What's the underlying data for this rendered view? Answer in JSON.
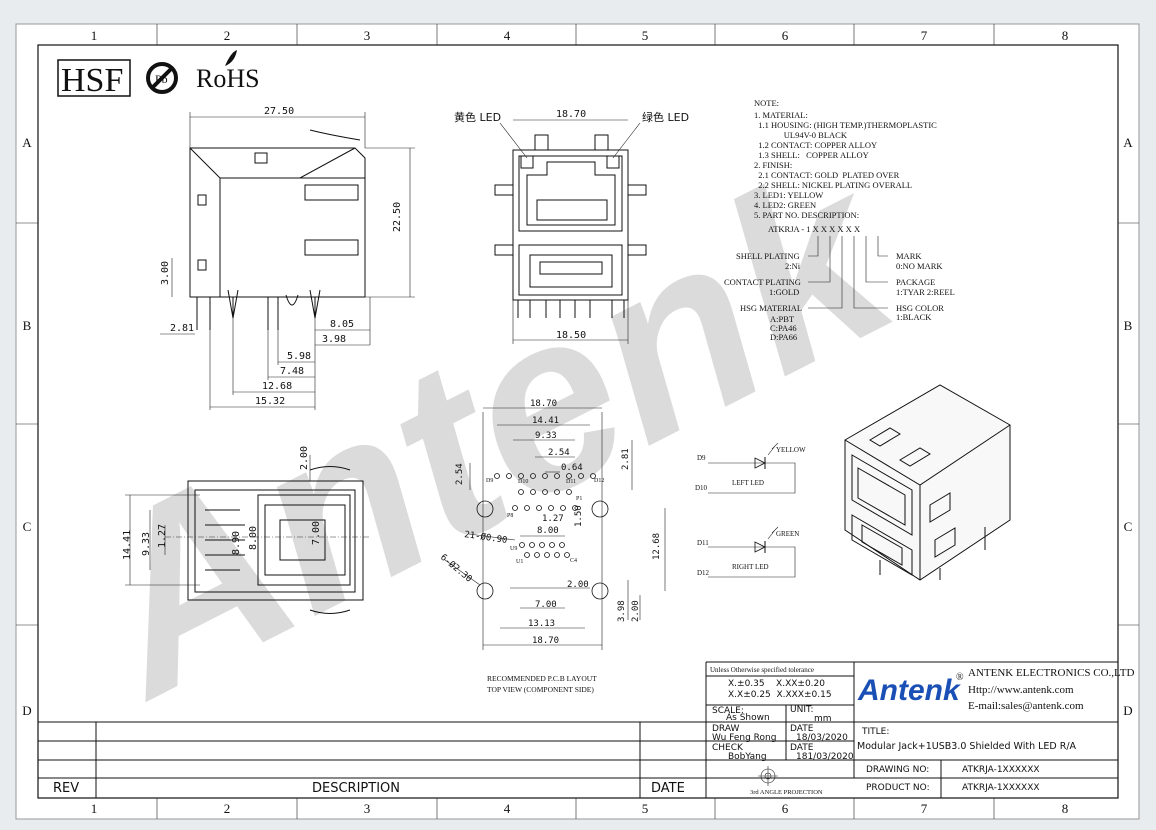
{
  "grid": {
    "columns": [
      "1",
      "2",
      "3",
      "4",
      "5",
      "6",
      "7",
      "8"
    ],
    "rows": [
      "A",
      "B",
      "C",
      "D"
    ]
  },
  "certifications": {
    "hsf": "HSF",
    "pb": "Pb",
    "rohs": "RoHS"
  },
  "watermark": "Antenk",
  "side_view": {
    "dims": [
      "27.50",
      "22.50",
      "3.00",
      "2.81",
      "8.05",
      "3.98",
      "5.98",
      "7.48",
      "12.68",
      "15.32"
    ]
  },
  "front_view": {
    "led_left": "黄色 LED",
    "led_right": "绿色 LED",
    "dims": [
      "18.70",
      "18.50"
    ]
  },
  "notes": {
    "title": "NOTE:",
    "lines": [
      "1. MATERIAL:",
      "  1.1 HOUSING: (HIGH TEMP.)THERMOPLASTIC",
      "              UL94V-0 BLACK",
      "  1.2 CONTACT: COPPER ALLOY",
      "  1.3 SHELL:   COPPER ALLOY",
      "2. FINISH:",
      "  2.1 CONTACT: GOLD  PLATED OVER",
      "  2.2 SHELL: NICKEL PLATING OVERALL",
      "3. LED1: YELLOW",
      "4. LED2: GREEN",
      "5. PART NO. DESCRIPTION:"
    ],
    "part_code": "ATKRJA - 1 X X X X X X"
  },
  "part_desc": {
    "shell_plating": "SHELL PLATING",
    "shell_plating_val": "2:Ni",
    "contact_plating": "CONTACT PLATING",
    "contact_plating_val": "1:GOLD",
    "hsg_material": "HSG MATERIAL",
    "hsg_material_vals": [
      "A:PBT",
      "C:PA46",
      "D:PA66"
    ],
    "mark": "MARK",
    "mark_val": "0:NO MARK",
    "package": "PACKAGE",
    "package_val": "1:TYAR 2:REEL",
    "hsg_color": "HSG COLOR",
    "hsg_color_val": "1:BLACK"
  },
  "top_view": {
    "dims": [
      "2.00",
      "14.41",
      "9.33",
      "1.27",
      "8.90",
      "8.00",
      "7.00"
    ]
  },
  "pcb": {
    "dims": [
      "18.70",
      "14.41",
      "9.33",
      "2.54",
      "0.64",
      "2.81",
      "2.54",
      "1.27",
      "1.50",
      "8.00",
      "12.68",
      "2.00",
      "7.00",
      "13.13",
      "18.70",
      "3.98",
      "2.00"
    ],
    "hole1": "21-Ø0.90",
    "hole2": "6-Ø2.30",
    "pins": [
      "D9",
      "D10",
      "D11",
      "D12",
      "P8",
      "P1",
      "U9",
      "U1",
      "C4"
    ],
    "caption": [
      "RECOMMENDED P.C.B LAYOUT",
      "TOP VIEW (COMPONENT SIDE)"
    ]
  },
  "led_schematic": {
    "left": {
      "a": "D9",
      "k": "D10",
      "color": "YELLOW",
      "label": "LEFT LED"
    },
    "right": {
      "a": "D11",
      "k": "D12",
      "color": "GREEN",
      "label": "RIGHT LED"
    }
  },
  "title_block": {
    "tolerance_title": "Unless Otherwise specified tolerance",
    "tol1": "X.±0.35    X.XX±0.20",
    "tol2": "X.X±0.25  X.XXX±0.15",
    "company": "ANTENK ELECTRONICS CO.,LTD",
    "http": "Http://www.antenk.com",
    "email": "E-mail:sales@antenk.com",
    "logo": "Antenk",
    "scale_label": "SCALE:",
    "scale_value": "As Shown",
    "unit_label": "UNIT:",
    "unit_value": "mm",
    "draw_label": "DRAW",
    "draw_name": "Wu Feng Rong",
    "date_label": "DATE",
    "draw_date": "18/03/2020",
    "check_label": "CHECK",
    "check_name": "BobYang",
    "check_date": "181/03/2020",
    "projection": "3rd ANGLE PROJECTION",
    "title_label": "TITLE:",
    "title_value": "Modular Jack+1USB3.0 Shielded With LED R/A",
    "drawing_no_label": "DRAWING NO:",
    "drawing_no": "ATKRJA-1XXXXXX",
    "product_no_label": "PRODUCT NO:",
    "product_no": "ATKRJA-1XXXXXX",
    "rev": "REV",
    "description": "DESCRIPTION",
    "date": "DATE"
  },
  "colors": {
    "logo_blue": "#1a4fb5",
    "watermark": "#c9c9c9"
  }
}
